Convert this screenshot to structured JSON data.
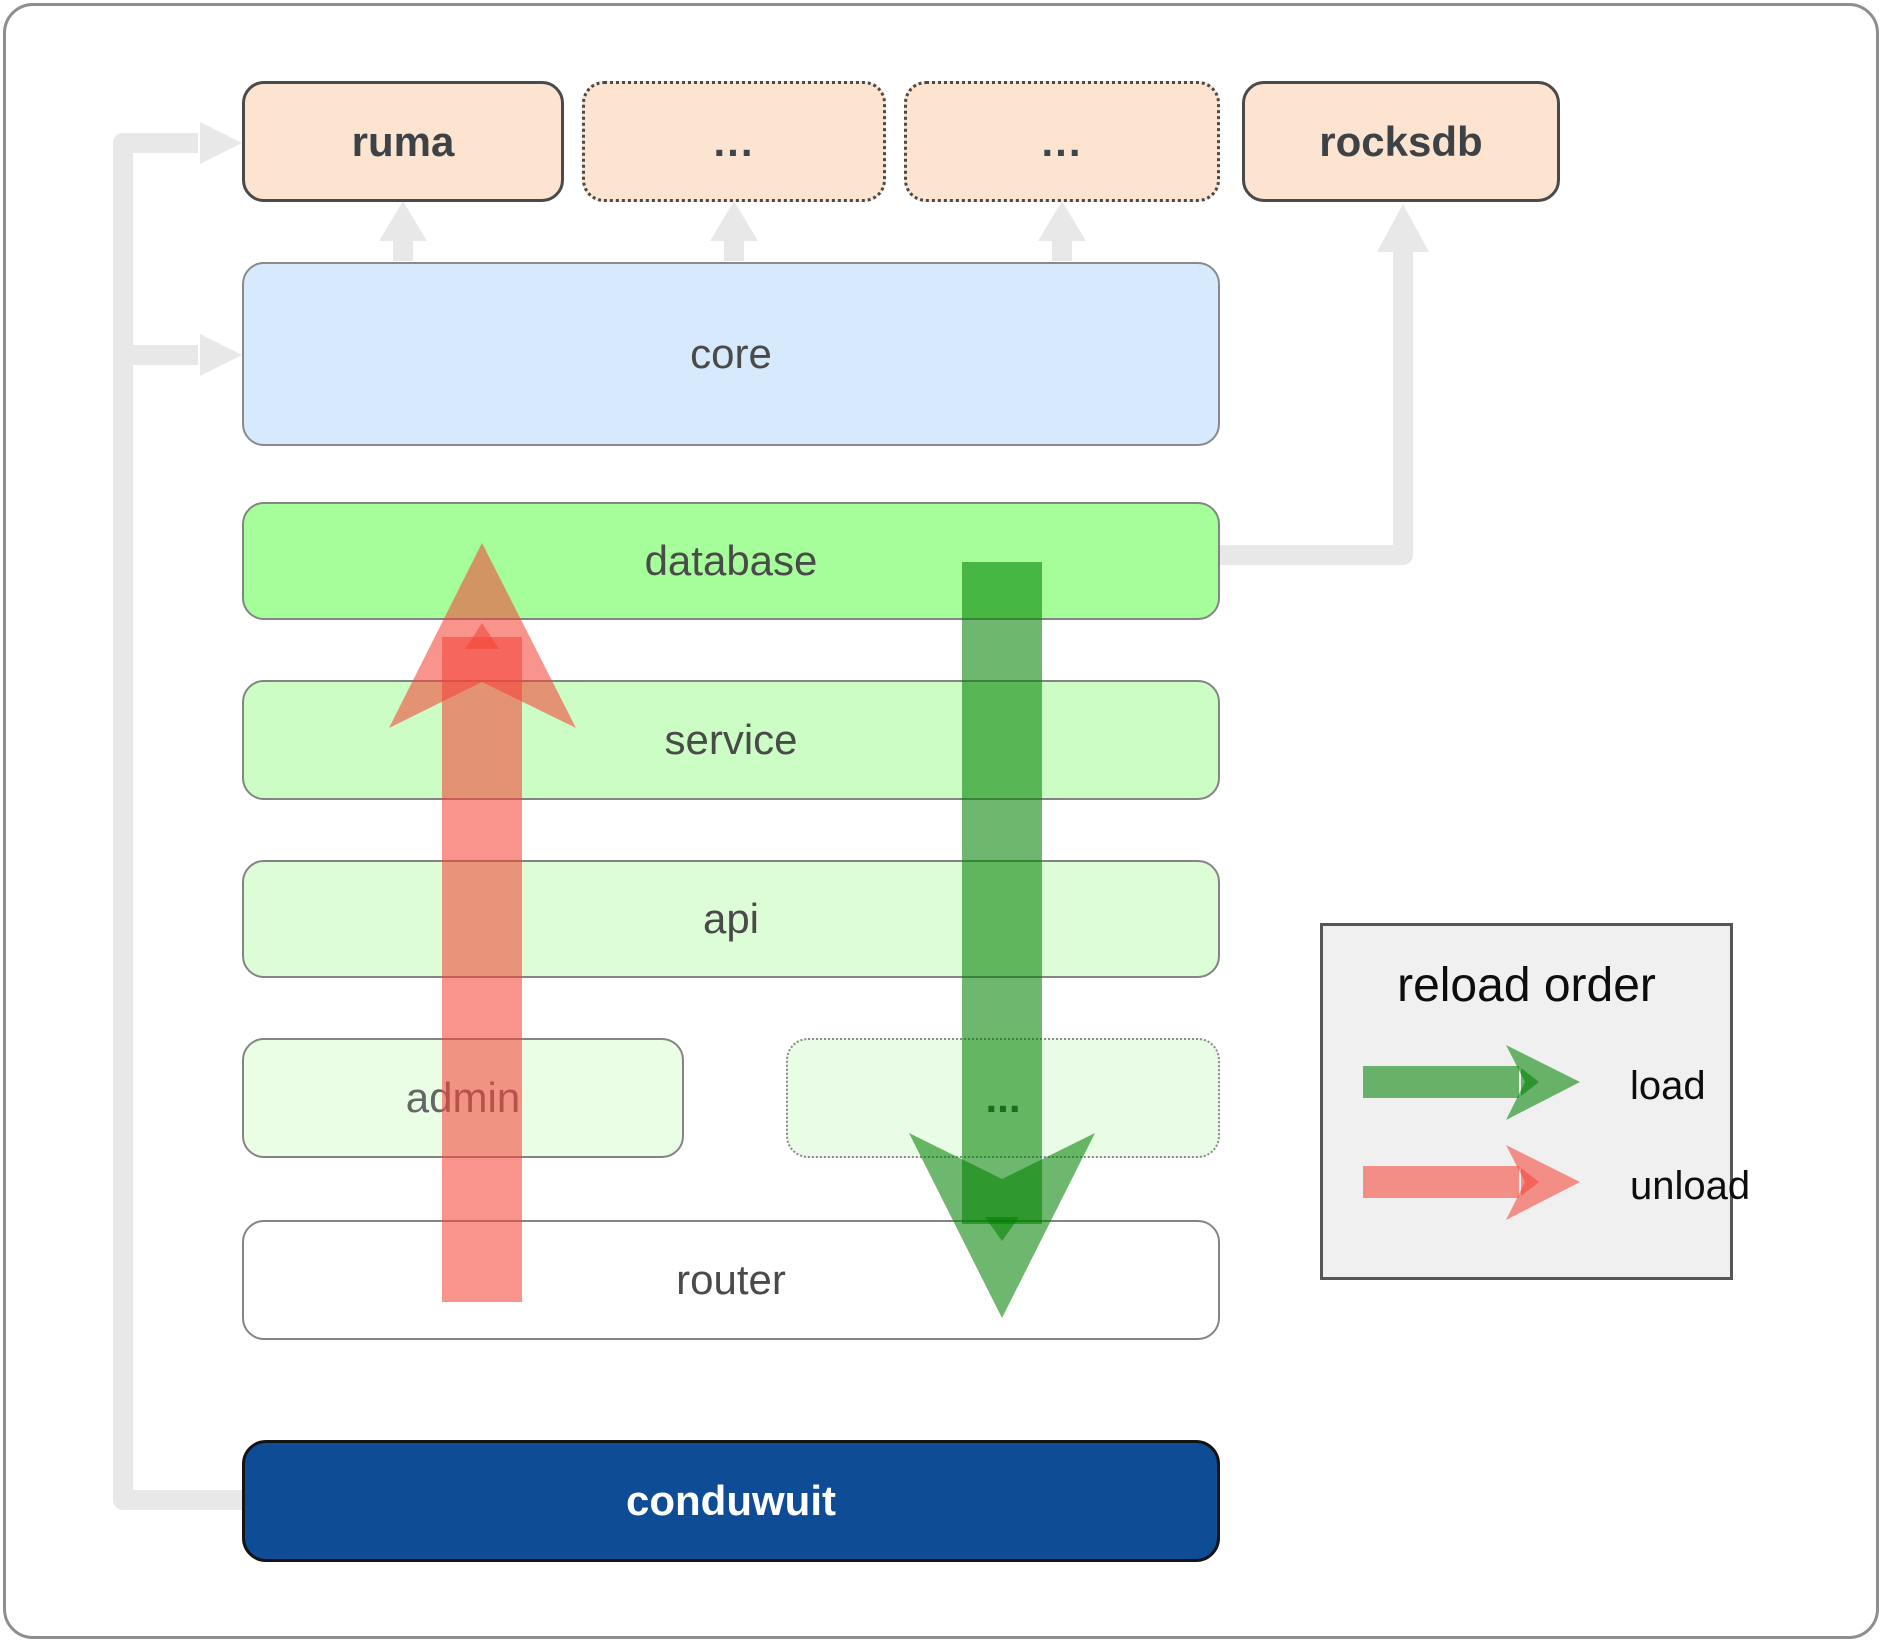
{
  "nodes": {
    "ruma": "ruma",
    "ellipsis_top_1": "...",
    "ellipsis_top_2": "...",
    "rocksdb": "rocksdb",
    "core": "core",
    "database": "database",
    "service": "service",
    "api": "api",
    "admin": "admin",
    "ellipsis_bottom": "...",
    "router": "router",
    "conduwuit": "conduwuit"
  },
  "legend": {
    "title": "reload order",
    "items": [
      {
        "label": "load",
        "color": "#008000"
      },
      {
        "label": "unload",
        "color": "#f44336"
      }
    ]
  },
  "colors": {
    "load_arrow": "#008000",
    "unload_arrow": "#f44336",
    "arrow_opacity": "0.57",
    "connector_gray": "#e8e8e8",
    "module_fill": "#fce4d0",
    "core_fill": "#d7e9fc",
    "database_fill": "#a6fe9b",
    "service_fill": "#ccfdc5",
    "api_fill": "#ddfdd6",
    "admin_fill": "#eafde5",
    "conduwuit_fill": "#0e4c96",
    "legend_fill": "#f0f0f0"
  }
}
